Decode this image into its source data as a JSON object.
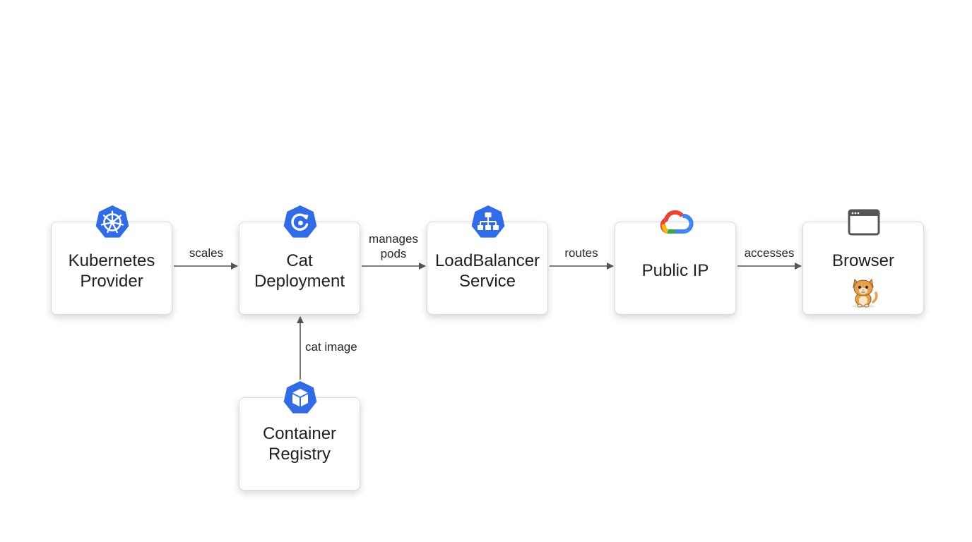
{
  "nodes": {
    "kubernetes": {
      "line1": "Kubernetes",
      "line2": "Provider",
      "icon": "kubernetes-helm-icon"
    },
    "deployment": {
      "line1": "Cat",
      "line2": "Deployment",
      "icon": "deployment-icon"
    },
    "loadbalancer": {
      "line1": "LoadBalancer",
      "line2": "Service",
      "icon": "service-network-icon"
    },
    "publicip": {
      "line1": "Public IP",
      "icon": "google-cloud-icon"
    },
    "browser": {
      "line1": "Browser",
      "icon": "browser-window-icon",
      "image": "cat-mascot"
    },
    "registry": {
      "line1": "Container",
      "line2": "Registry",
      "icon": "container-cube-icon"
    }
  },
  "edges": {
    "scales": "scales",
    "manages_line1": "manages",
    "manages_line2": "pods",
    "routes": "routes",
    "accesses": "accesses",
    "cat_image": "cat image"
  },
  "colors": {
    "k8s_blue": "#326ce5",
    "arrow": "#555555",
    "node_border": "#d9d9d9",
    "browser_icon": "#555555",
    "gcloud_red": "#ea4335",
    "gcloud_yellow": "#fbbc04",
    "gcloud_green": "#34a853",
    "gcloud_blue": "#4285f4",
    "cat_orange": "#e9a04a"
  }
}
